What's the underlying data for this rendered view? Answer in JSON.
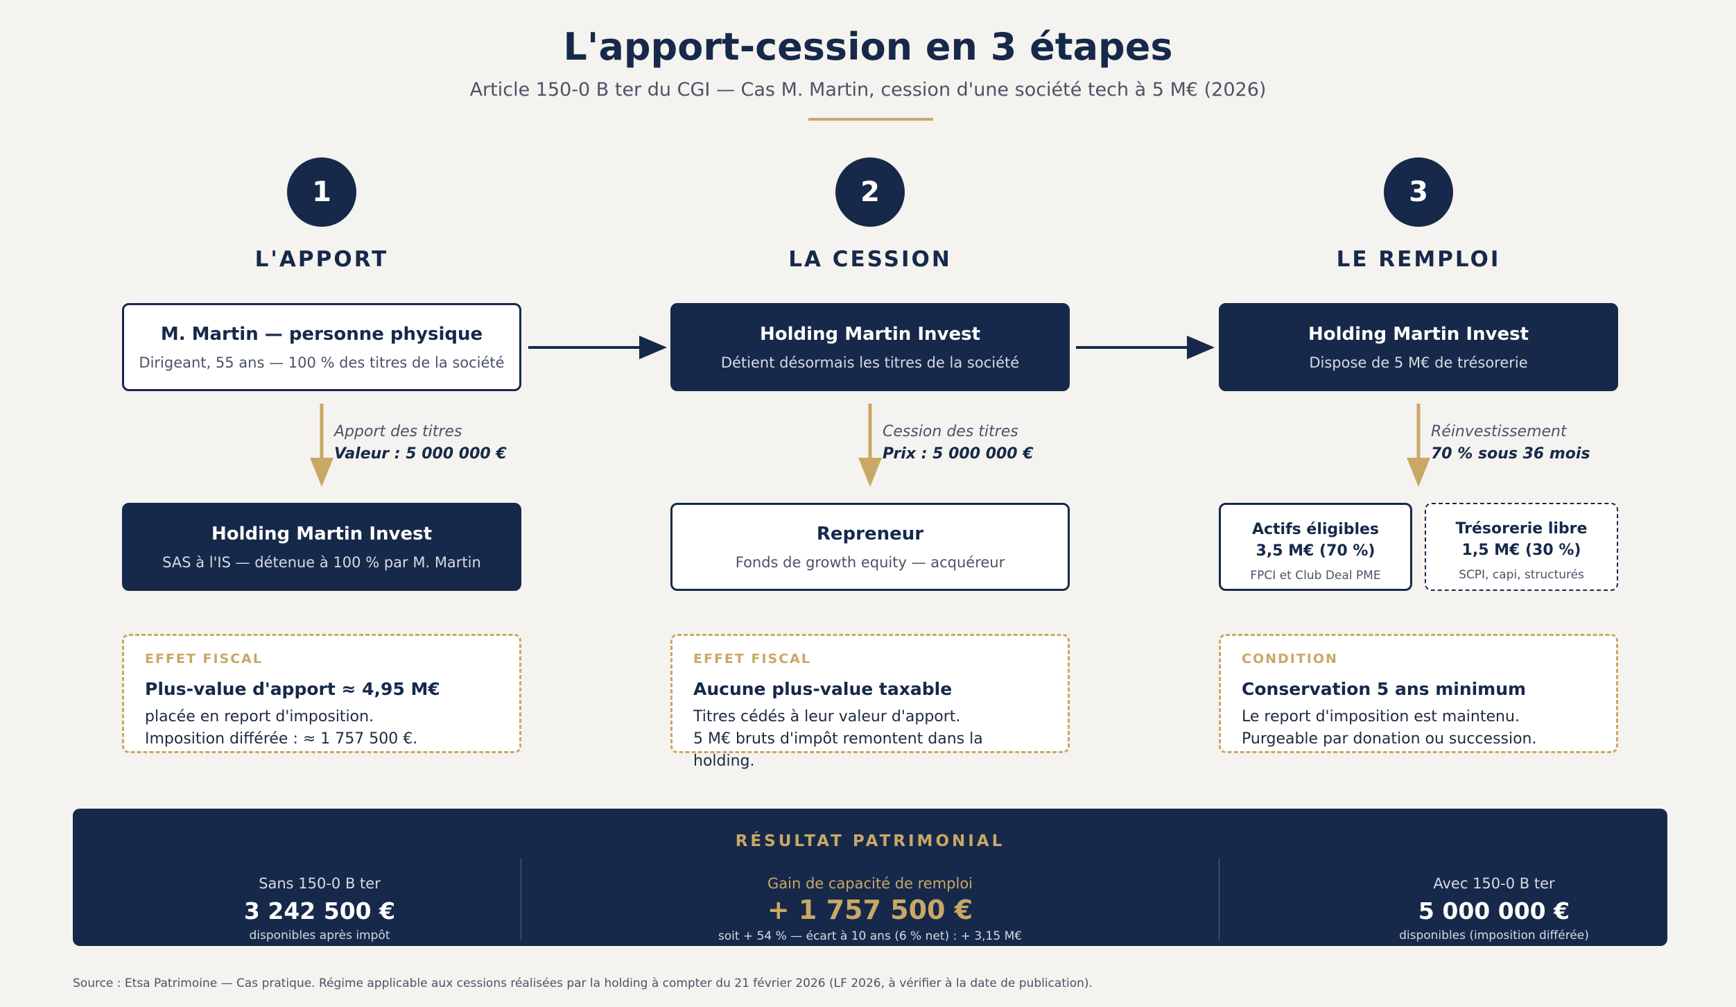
{
  "header": {
    "title": "L'apport-cession en 3 étapes",
    "subtitle": "Article 150-0 B ter du CGI — Cas M. Martin, cession d'une société tech à 5 M€ (2026)"
  },
  "steps": [
    {
      "number": "1",
      "title": "L'APPORT",
      "top_box": {
        "title": "M. Martin — personne physique",
        "subtitle": "Dirigeant, 55 ans — 100 % des titres de la société"
      },
      "arrow_label": {
        "line1": "Apport des titres",
        "line2": "Valeur : 5 000 000 €"
      },
      "bottom_box": {
        "title": "Holding Martin Invest",
        "subtitle": "SAS à l'IS — détenue à 100 % par M. Martin"
      },
      "effect": {
        "kicker": "EFFET FISCAL",
        "headline": "Plus-value d'apport ≈ 4,95 M€",
        "line1": "placée en report d'imposition.",
        "line2": "Imposition différée : ≈ 1 757 500 €."
      }
    },
    {
      "number": "2",
      "title": "LA CESSION",
      "top_box": {
        "title": "Holding Martin Invest",
        "subtitle": "Détient désormais les titres de la société"
      },
      "arrow_label": {
        "line1": "Cession des titres",
        "line2": "Prix : 5 000 000 €"
      },
      "bottom_box": {
        "title": "Repreneur",
        "subtitle": "Fonds de growth equity — acquéreur"
      },
      "effect": {
        "kicker": "EFFET FISCAL",
        "headline": "Aucune plus-value taxable",
        "line1": "Titres cédés à leur valeur d'apport.",
        "line2": "5 M€ bruts d'impôt remontent dans la holding."
      }
    },
    {
      "number": "3",
      "title": "LE REMPLOI",
      "top_box": {
        "title": "Holding Martin Invest",
        "subtitle": "Dispose de 5 M€ de trésorerie"
      },
      "arrow_label": {
        "line1": "Réinvestissement",
        "line2": "70 % sous 36 mois"
      },
      "split_boxes": [
        {
          "line1": "Actifs éligibles",
          "line2": "3,5 M€ (70 %)",
          "line3": "FPCI et Club Deal PME"
        },
        {
          "line1": "Trésorerie libre",
          "line2": "1,5 M€ (30 %)",
          "line3": "SCPI, capi, structurés"
        }
      ],
      "effect": {
        "kicker": "CONDITION",
        "headline": "Conservation 5 ans minimum",
        "line1": "Le report d'imposition est maintenu.",
        "line2": "Purgeable par donation ou succession."
      }
    }
  ],
  "result": {
    "title": "RÉSULTAT PATRIMONIAL",
    "left": {
      "label": "Sans 150-0 B ter",
      "value": "3 242 500 €",
      "note": "disponibles après impôt"
    },
    "center": {
      "label": "Gain de capacité de remploi",
      "value": "+ 1 757 500 €",
      "note": "soit + 54 % — écart à 10 ans (6 % net) : + 3,15 M€"
    },
    "right": {
      "label": "Avec 150-0 B ter",
      "value": "5 000 000 €",
      "note": "disponibles (imposition différée)"
    }
  },
  "source": "Source : Etsa Patrimoine — Cas pratique. Régime applicable aux cessions réalisées par la holding à compter du 21 février 2026 (LF 2026, à vérifier à la date de publication).",
  "colors": {
    "navy": "#16294a",
    "gold": "#c9a865",
    "background": "#f5f3ef"
  }
}
